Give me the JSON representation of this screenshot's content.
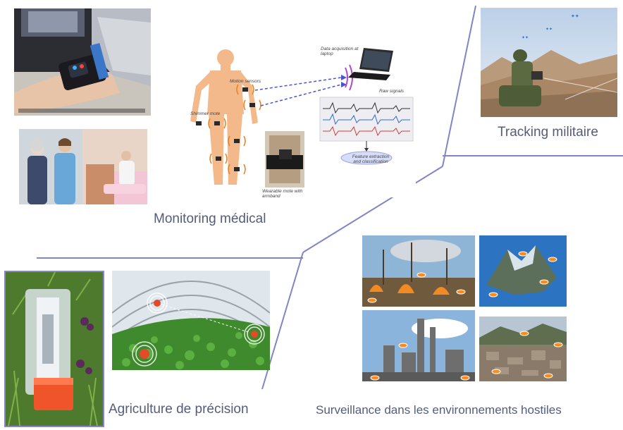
{
  "sections": {
    "medical": {
      "label": "Monitoring médical"
    },
    "military": {
      "label": "Tracking militaire"
    },
    "agriculture": {
      "label": "Agriculture de précision"
    },
    "surveillance": {
      "label": "Surveillance dans les environnements hostiles"
    }
  },
  "diagram": {
    "data_acquisition": "Data acquisition at laptop",
    "raw_signals": "Raw signals",
    "motion_sensors": "Motion sensors",
    "shimmer_mote": "Shimmer mote",
    "feature_extraction": "Feature extraction and classification",
    "wearable_mote": "Wearable mote with armband"
  },
  "colors": {
    "caption": "#555c7a",
    "divider": "#7f86c6",
    "sensor_orange": "#e8821e",
    "wave_purple": "#b246c7"
  }
}
